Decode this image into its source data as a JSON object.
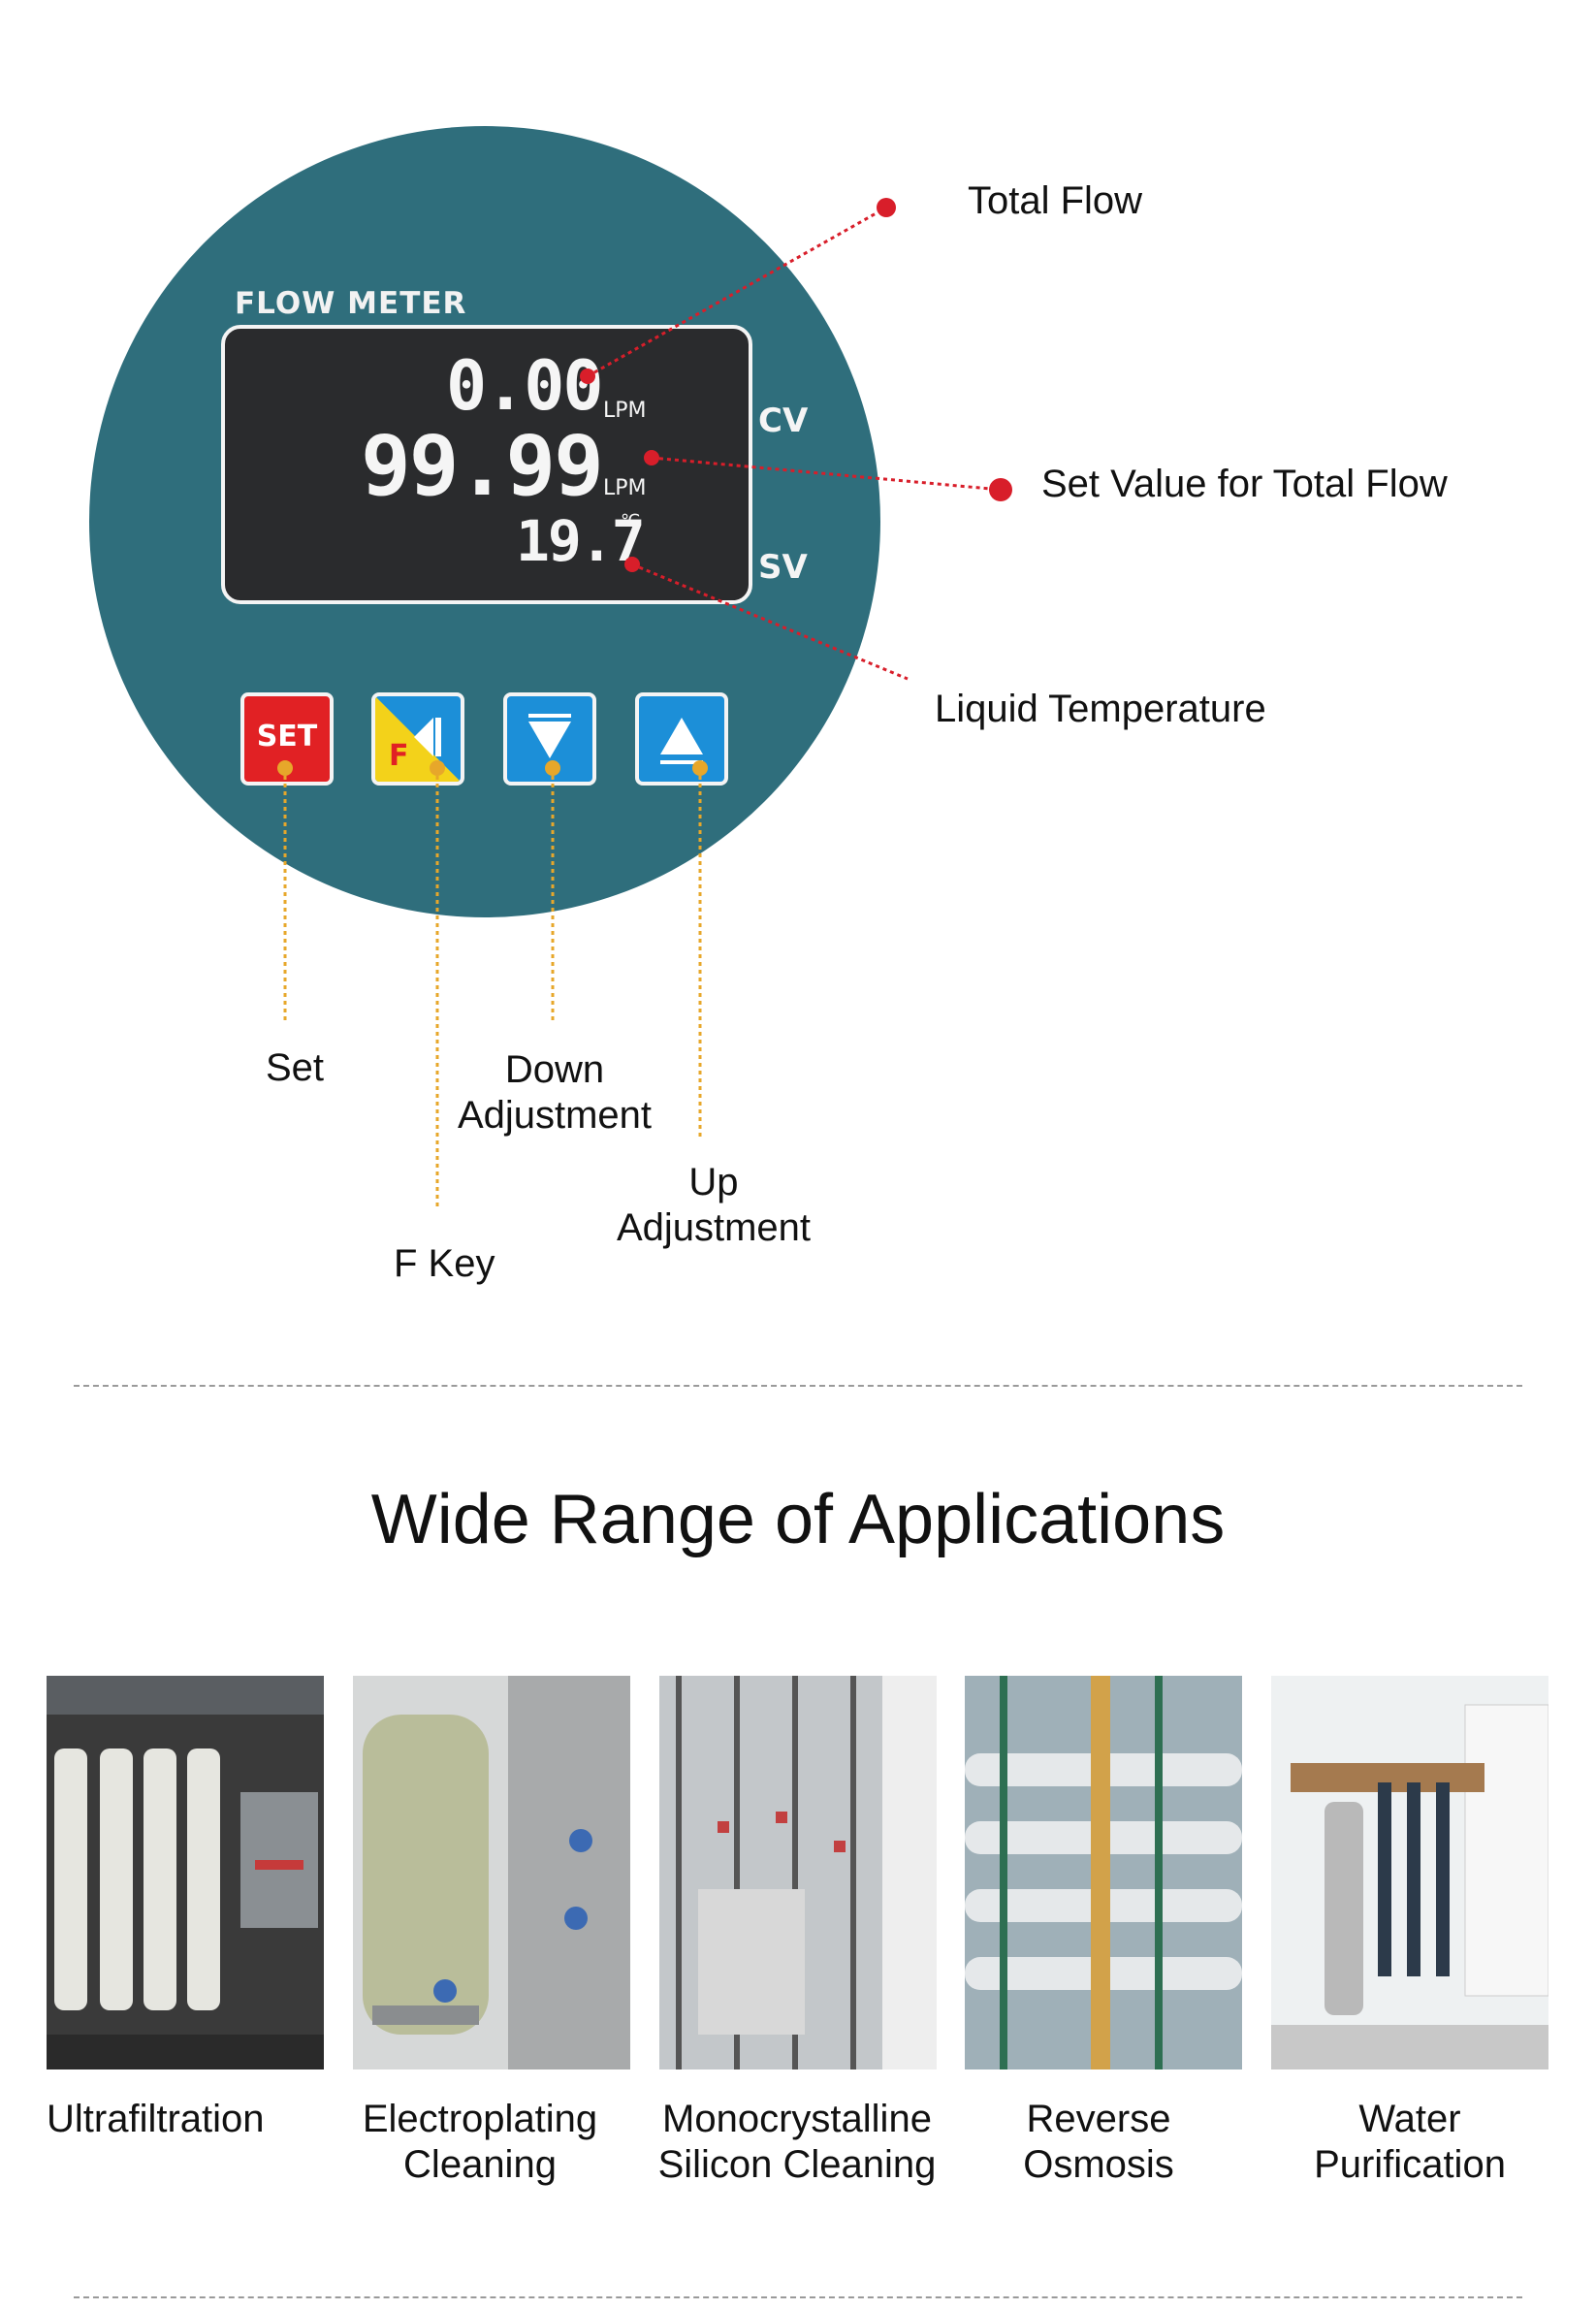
{
  "meter": {
    "title": "FLOW METER",
    "display": {
      "line1_value": "0.00",
      "line1_unit": "LPM",
      "line2_value": "99.99",
      "line2_unit": "LPM",
      "line3_value": "19.7",
      "line3_unit": "℃"
    },
    "side_labels": {
      "cv": "CV",
      "sv": "SV"
    },
    "keys": [
      {
        "name": "set-key",
        "glyph": "SET"
      },
      {
        "name": "f-key",
        "glyph": "F"
      },
      {
        "name": "down-key",
        "glyph": "▼"
      },
      {
        "name": "up-key",
        "glyph": "▲"
      }
    ]
  },
  "callouts": {
    "total_flow": "Total Flow",
    "set_value": "Set Value for Total Flow",
    "liquid_temp": "Liquid Temperature",
    "set": "Set",
    "down_line1": "Down",
    "down_line2": "Adjustment",
    "f_key": "F Key",
    "up_line1": "Up",
    "up_line2": "Adjustment"
  },
  "colors": {
    "dial": "#2f6e7c",
    "red_callout": "#d81e2a",
    "yellow_callout": "#e7a72a",
    "set_key": "#e12124",
    "blue_key": "#1c8fd8",
    "f_key_yellow": "#f3d21a"
  },
  "section_title": "Wide Range of Applications",
  "applications": [
    {
      "line1": "Ultrafiltration",
      "line2": ""
    },
    {
      "line1": "Electroplating",
      "line2": "Cleaning"
    },
    {
      "line1": "Monocrystalline",
      "line2": "Silicon Cleaning"
    },
    {
      "line1": "Reverse",
      "line2": "Osmosis"
    },
    {
      "line1": "Water",
      "line2": "Purification"
    }
  ]
}
